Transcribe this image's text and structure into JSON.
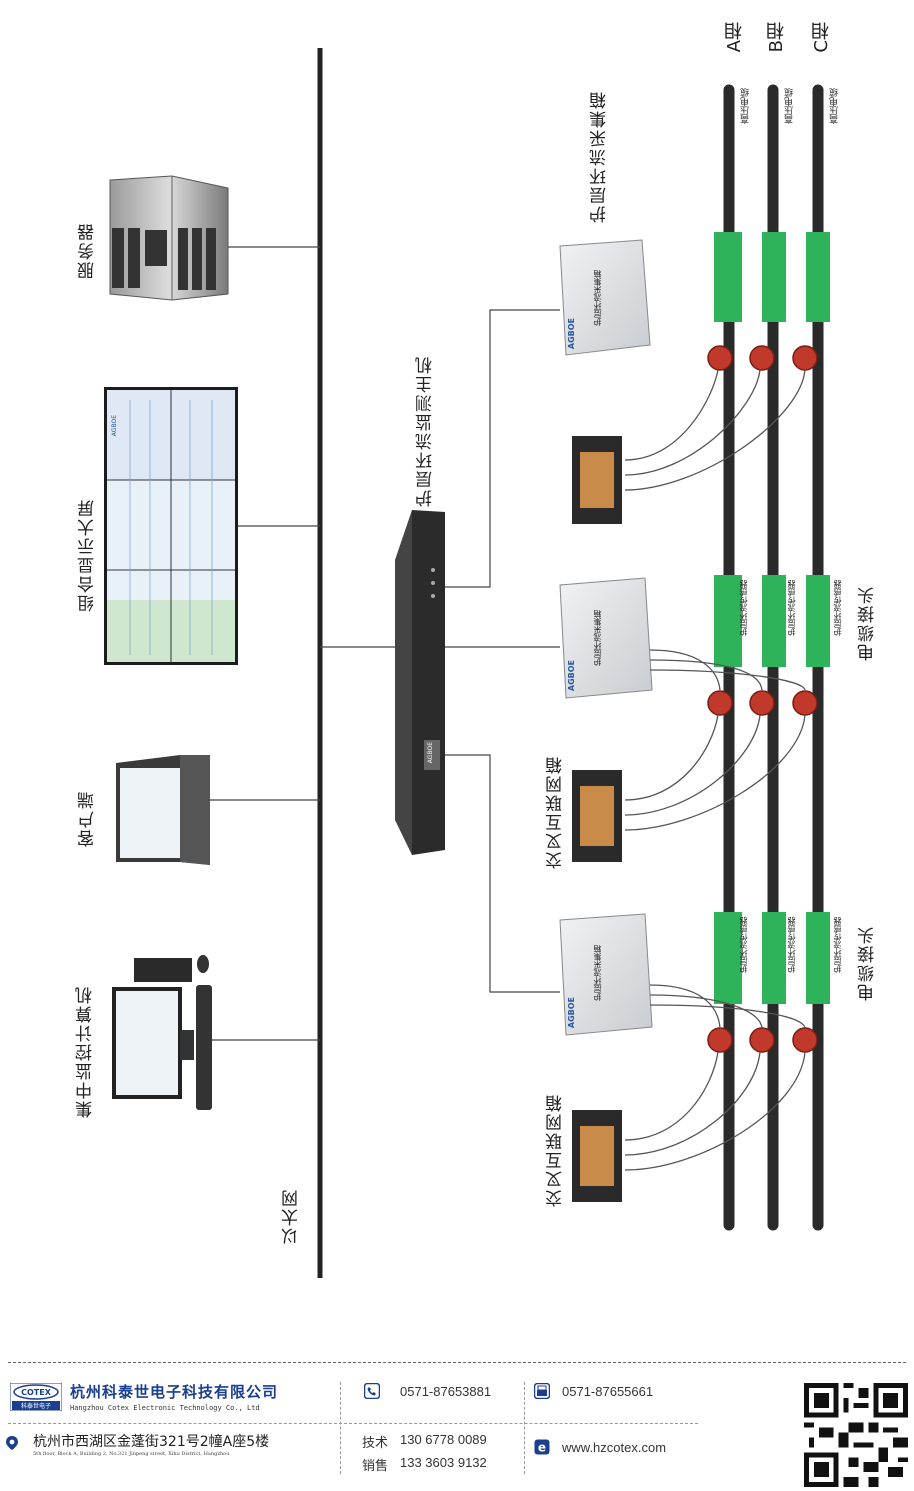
{
  "labels": {
    "ethernet": "以太网",
    "central_pc": "集中监控计算机",
    "client": "客户端",
    "display_wall": "组合显示大屏",
    "server": "服务器",
    "host": "护层环流监测主机",
    "collector": "护层环流采集箱",
    "cross_box": "交叉互联网箱",
    "cable_joint": "电缆接头",
    "sensor": "护层环流传感器",
    "hv_cable": "高压电缆"
  },
  "phases": [
    "A相",
    "B相",
    "C相"
  ],
  "device_text": {
    "collector_brand": "AGBOE",
    "collector_name": "护层环流采集箱",
    "host_brand": "AGBOE",
    "screen_brand": "AGBOE"
  },
  "footer": {
    "company_cn": "杭州科泰世电子科技有限公司",
    "company_en": "Hangzhou Cotex Electronic Technology Co., Ltd",
    "logo_text": "COTEX",
    "logo_sub": "科泰世电子",
    "address_cn": "杭州市西湖区金蓬街321号2幢A座5楼",
    "address_en": "5th floor, Block A, Building 2, No.321 Jinpeng street, Xihu District, Hangzhou",
    "phone": "0571-87653881",
    "fax": "0571-87655661",
    "tech_label": "技术",
    "tech_phone": "130 6778 0089",
    "sales_label": "销售",
    "sales_phone": "133 3603 9132",
    "website": "www.hzcotex.com"
  },
  "colors": {
    "footer_brand": "#1b3f8f",
    "sensor_green": "#2fb35a",
    "ct_red": "#c0392b",
    "cable_dark": "#2a2a2a"
  }
}
